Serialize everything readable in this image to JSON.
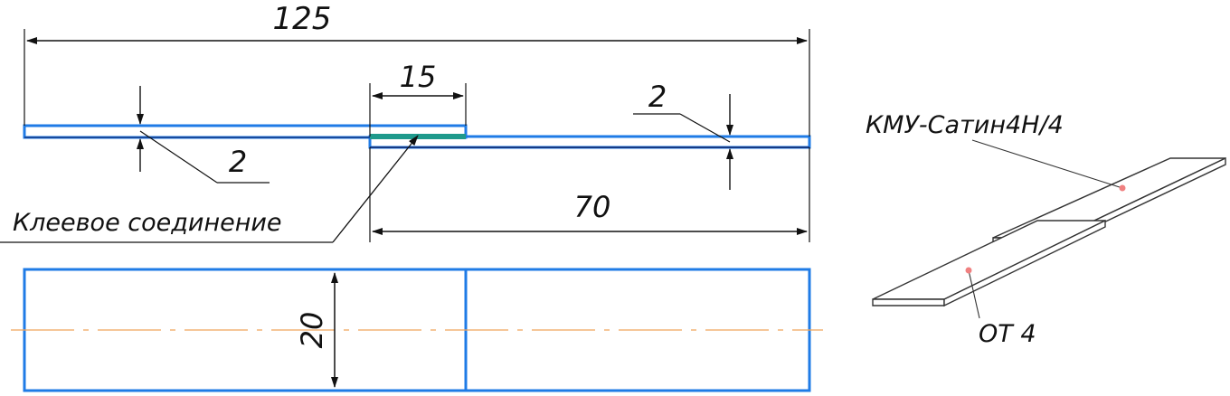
{
  "dimensions": {
    "overall_length": "125",
    "overlap_length": "15",
    "right_length": "70",
    "left_thickness": "2",
    "right_thickness": "2",
    "width": "20"
  },
  "labels": {
    "adhesive_joint": "Клеевое соединение",
    "composite_material": "КМУ-Сатин4Н/4",
    "metal_material": "ОТ 4"
  },
  "colors": {
    "part_outline": "#1f7be6",
    "part_outline_dark": "#153a86",
    "adhesive": "#1e9a8c",
    "dimension_line": "#111111",
    "axis_line": "#f0a35a",
    "leader_marker": "#f08080",
    "iso_outline": "#333333"
  }
}
